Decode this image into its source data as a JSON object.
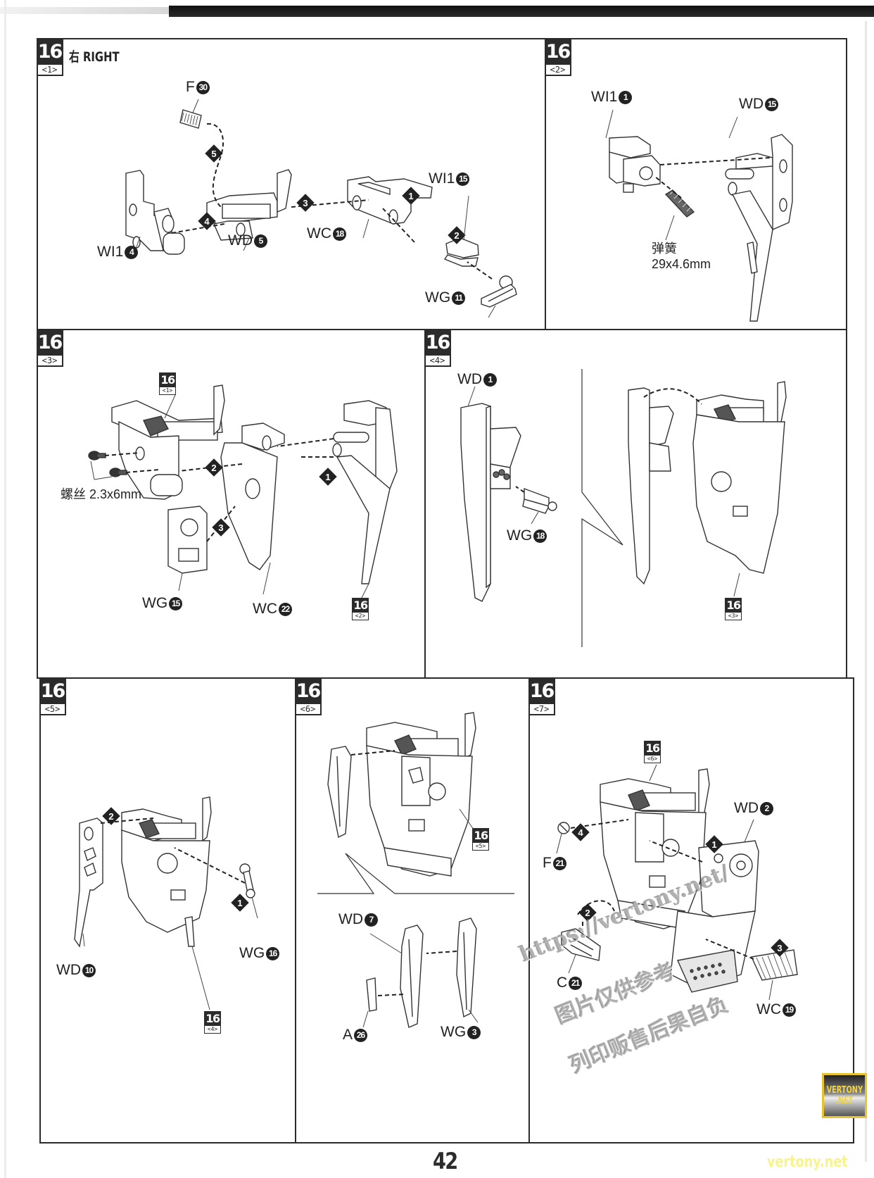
{
  "page": {
    "page_number": "42",
    "footer_site": "vertony.net",
    "logo_lines": [
      "VERTONY",
      ".NET"
    ],
    "watermark_lines": [
      "https://vertony.net/",
      "图片仅供参考",
      "列印贩售后果自负"
    ]
  },
  "panels": [
    {
      "step": "16",
      "sub": "<1>",
      "title": "右 RIGHT",
      "labels": [
        {
          "part": "F",
          "num": "30"
        },
        {
          "part": "WI1",
          "num": "15"
        },
        {
          "part": "WI1",
          "num": "4"
        },
        {
          "part": "WD",
          "num": "5"
        },
        {
          "part": "WC",
          "num": "18"
        },
        {
          "part": "WG",
          "num": "11"
        }
      ],
      "steps": [
        "1",
        "2",
        "3",
        "4",
        "5"
      ]
    },
    {
      "step": "16",
      "sub": "<2>",
      "labels": [
        {
          "part": "WI1",
          "num": "1"
        },
        {
          "part": "WD",
          "num": "15"
        }
      ],
      "note": [
        "弹簧",
        "29x4.6mm"
      ]
    },
    {
      "step": "16",
      "sub": "<3>",
      "labels": [
        {
          "part": "WG",
          "num": "15"
        },
        {
          "part": "WC",
          "num": "22"
        }
      ],
      "refs": [
        {
          "step": "16",
          "sub": "<1>"
        },
        {
          "step": "16",
          "sub": "<2>"
        }
      ],
      "note": "螺丝 2.3x6mm",
      "steps": [
        "1",
        "2",
        "3"
      ]
    },
    {
      "step": "16",
      "sub": "<4>",
      "labels": [
        {
          "part": "WD",
          "num": "1"
        },
        {
          "part": "WG",
          "num": "18"
        }
      ],
      "refs": [
        {
          "step": "16",
          "sub": "<3>"
        }
      ]
    },
    {
      "step": "16",
      "sub": "<5>",
      "labels": [
        {
          "part": "WD",
          "num": "10"
        },
        {
          "part": "WG",
          "num": "16"
        }
      ],
      "refs": [
        {
          "step": "16",
          "sub": "<4>"
        }
      ],
      "steps": [
        "1",
        "2"
      ]
    },
    {
      "step": "16",
      "sub": "<6>",
      "labels": [
        {
          "part": "WD",
          "num": "7"
        },
        {
          "part": "A",
          "num": "26"
        },
        {
          "part": "WG",
          "num": "3"
        }
      ],
      "refs": [
        {
          "step": "16",
          "sub": "<5>"
        }
      ]
    },
    {
      "step": "16",
      "sub": "<7>",
      "labels": [
        {
          "part": "WD",
          "num": "2"
        },
        {
          "part": "F",
          "num": "21"
        },
        {
          "part": "C",
          "num": "21"
        },
        {
          "part": "WC",
          "num": "19"
        }
      ],
      "refs": [
        {
          "step": "16",
          "sub": "<6>"
        }
      ],
      "steps": [
        "1",
        "2",
        "3",
        "4"
      ]
    }
  ]
}
